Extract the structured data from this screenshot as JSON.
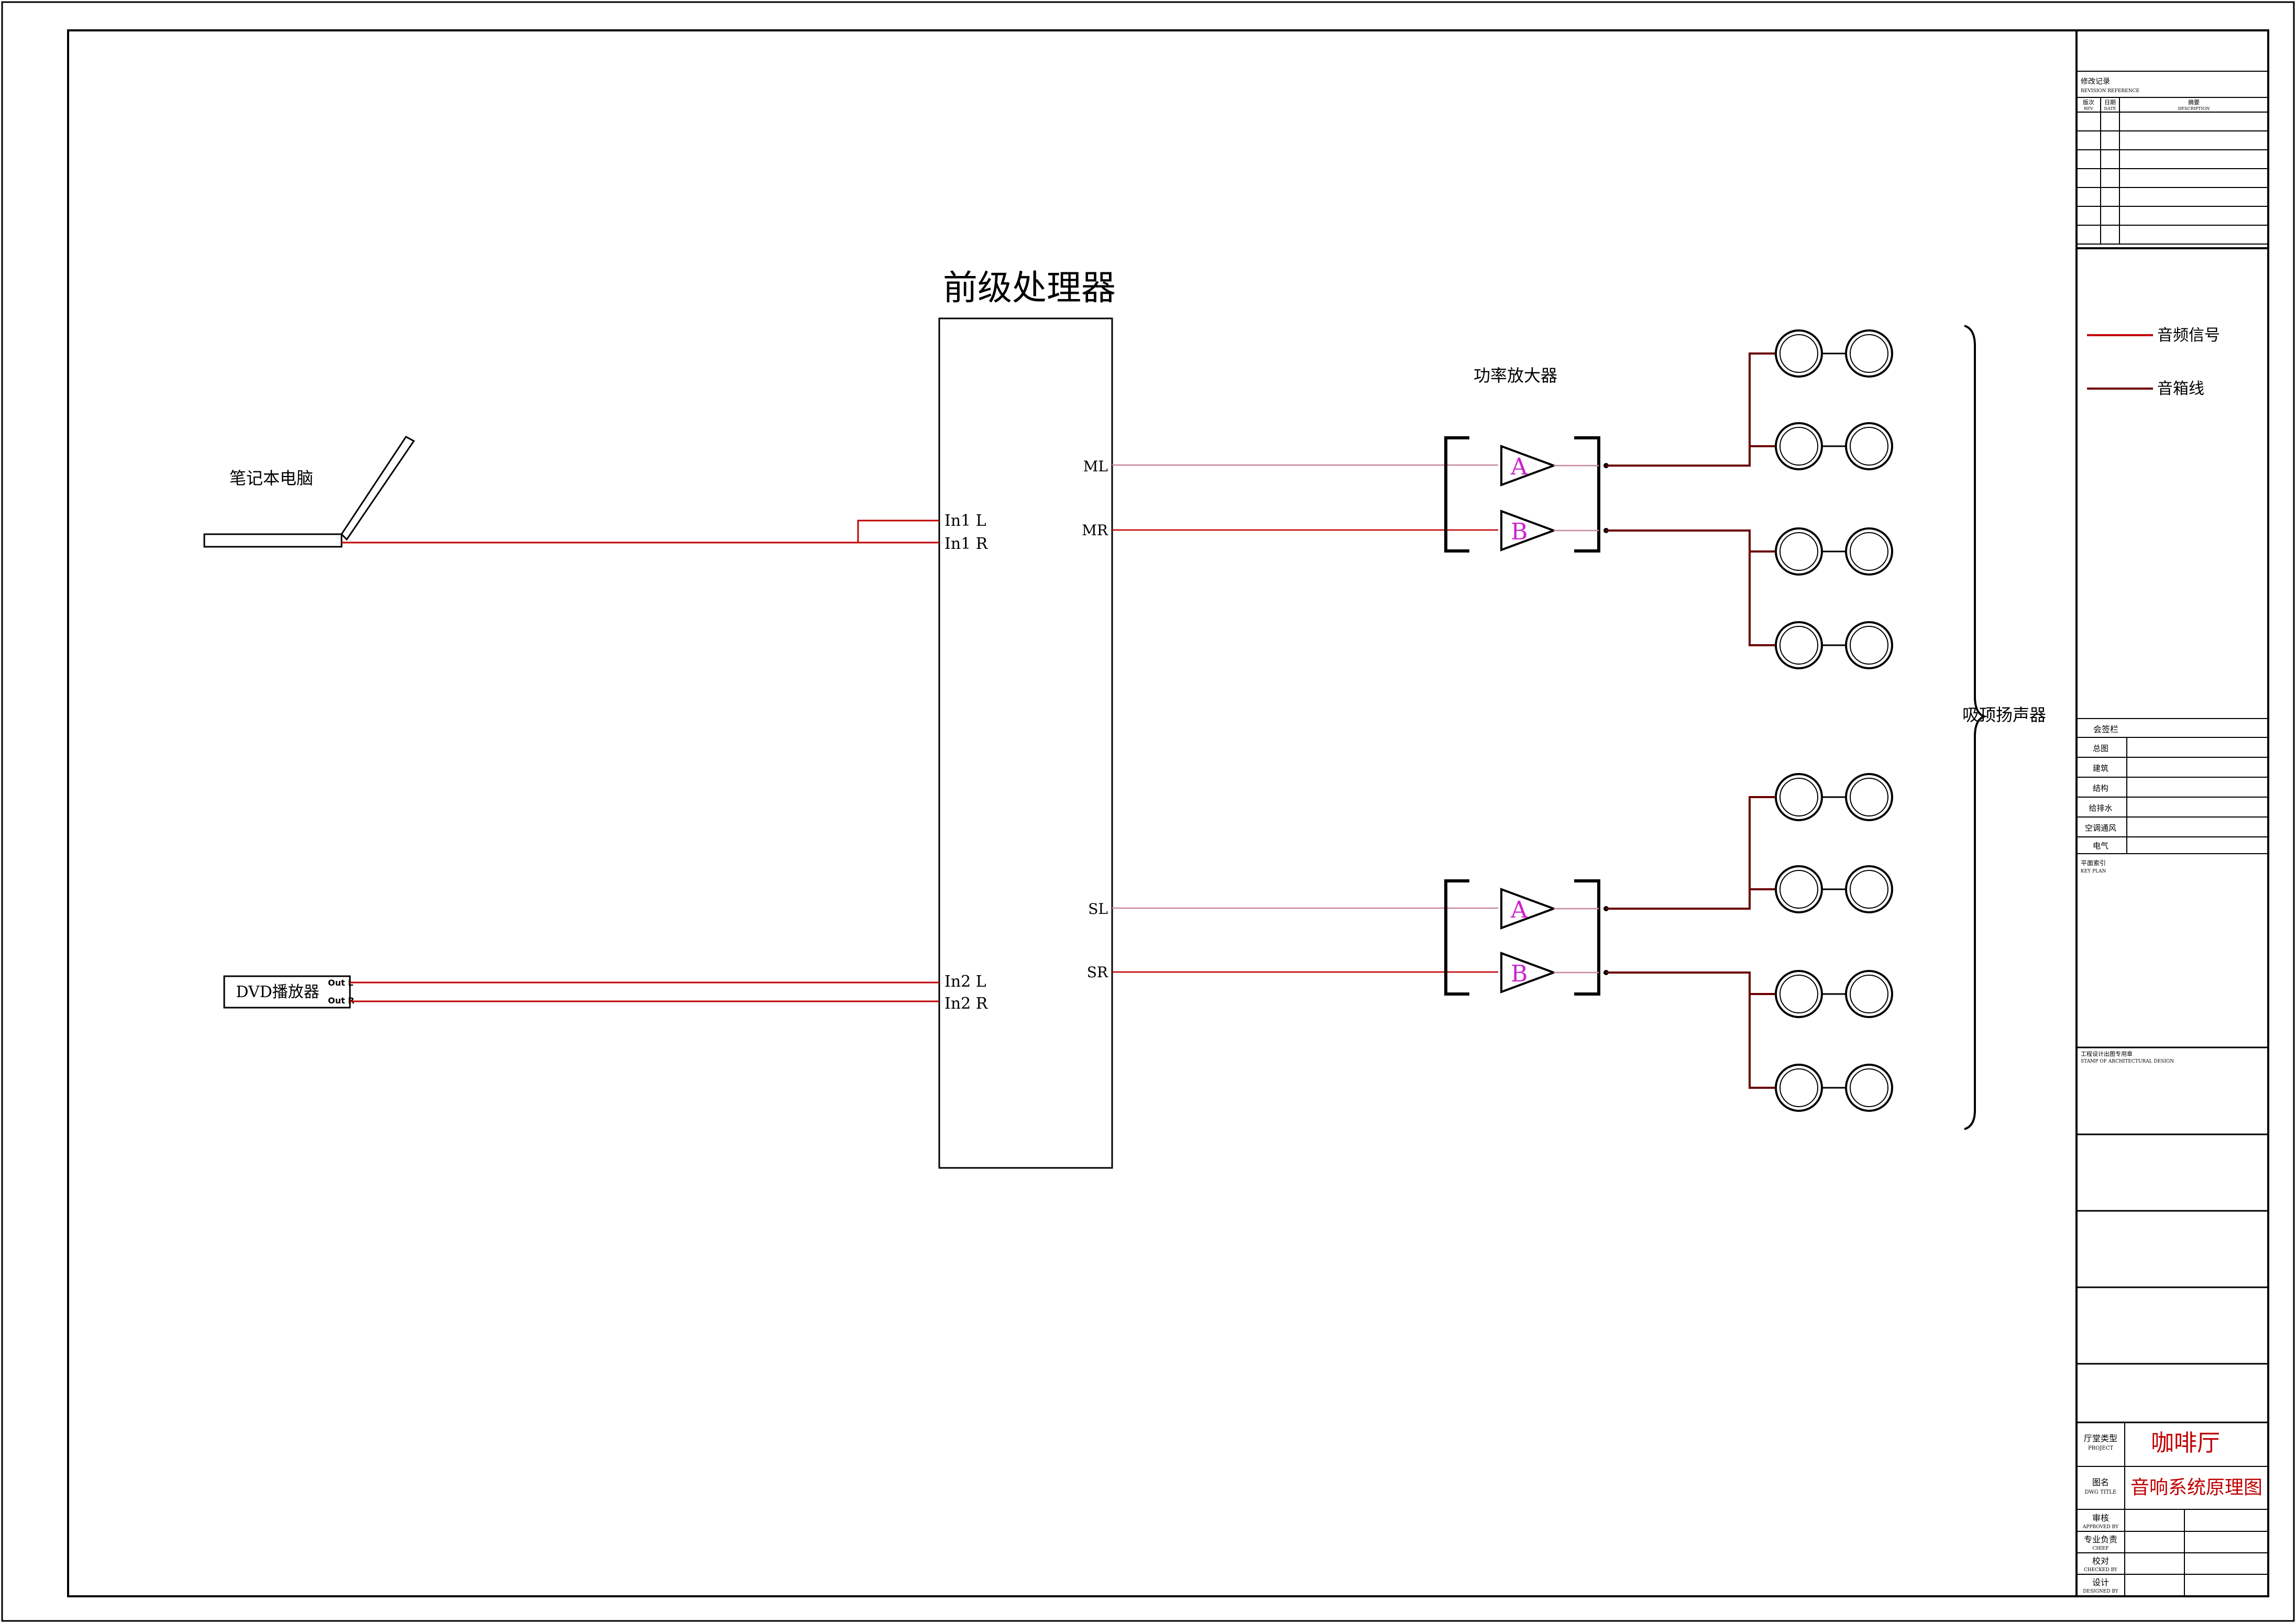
{
  "diagram": {
    "processor": {
      "title": "前级处理器",
      "ports_in": [
        "In1 L",
        "In1 R",
        "In2 L",
        "In2 R"
      ],
      "ports_out": [
        "ML",
        "MR",
        "SL",
        "SR"
      ]
    },
    "laptop": {
      "label": "笔记本电脑"
    },
    "dvd": {
      "label": "DVD播放器",
      "out_l": "Out L",
      "out_r": "Out R"
    },
    "amplifier": {
      "label": "功率放大器",
      "channel_a": "A",
      "channel_b": "B"
    },
    "speakers": {
      "label": "吸顶扬声器"
    },
    "legend": [
      {
        "label": "音频信号",
        "color": "#c00000"
      },
      {
        "label": "音箱线",
        "color": "#6b0000"
      }
    ]
  },
  "title_block": {
    "revision_title": "修改记录",
    "revision_title_en": "REVISION REFERENCE",
    "rev_no": "版次",
    "rev_no_en": "REV",
    "rev_date": "日期",
    "rev_date_en": "DATE",
    "rev_desc": "摘要",
    "rev_desc_en": "DESCRIPTION",
    "signoff_title": "会签栏",
    "signoff_rows": [
      "总图",
      "建筑",
      "结构",
      "给排水",
      "空调通风",
      "电气"
    ],
    "key_plan": "平面索引",
    "key_plan_en": "KEY PLAN",
    "stamp": "工程设计出图专用章",
    "stamp_en": "STAMP OF ARCHITECTURAL DESIGN",
    "project_label": "厅堂类型",
    "project_label_en": "PROJECT",
    "project_name": "咖啡厅",
    "dwg_label": "图名",
    "dwg_label_en": "DWG TITLE",
    "dwg_title": "音响系统原理图",
    "approved": "审核",
    "approved_en": "APPROVED BY",
    "chief": "专业负责",
    "chief_en": "CHIEF",
    "checked": "校对",
    "checked_en": "CHECKED BY",
    "designed": "设计",
    "designed_en": "DESIGNED BY"
  }
}
